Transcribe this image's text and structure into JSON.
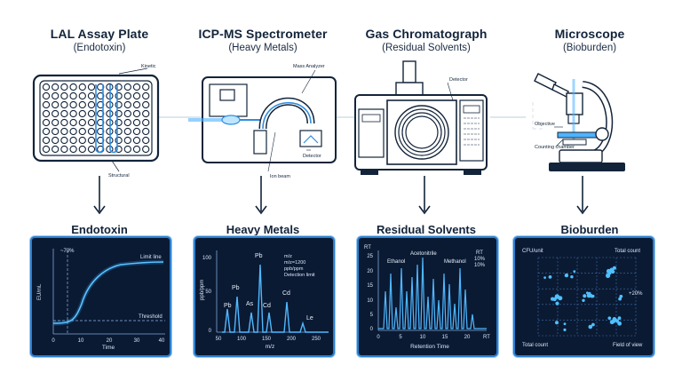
{
  "columns": [
    {
      "title": "LAL Assay Plate",
      "subtitle": "(Endotoxin)",
      "callouts": [
        "Kinetic",
        "Structural"
      ],
      "metric": "Endotoxin",
      "chart": {
        "ylabel": "EU/mL",
        "xlabel": "Time",
        "x_ticks": [
          "0",
          "10",
          "20",
          "30",
          "40"
        ],
        "annotations": [
          "~70%",
          "Limit line",
          "Threshold"
        ]
      }
    },
    {
      "title": "ICP-MS Spectrometer",
      "subtitle": "(Heavy Metals)",
      "callouts": [
        "Mass Analyzer",
        "Detector",
        "Ion beam"
      ],
      "metric": "Heavy Metals",
      "chart": {
        "ylabel": "ppb/ppm",
        "xlabel": "m/z",
        "y_ticks": [
          "100",
          "50",
          "0"
        ],
        "x_ticks": [
          "50",
          "100",
          "150",
          "200",
          "250"
        ],
        "legend": [
          "m/z",
          "m/z=1200",
          "ppb/ppm",
          "Detection limit"
        ],
        "peak_labels": [
          "Pb",
          "Pb",
          "As",
          "Pb",
          "Cd",
          "Cd",
          "Le"
        ]
      }
    },
    {
      "title": "Gas Chromatograph",
      "subtitle": "(Residual Solvents)",
      "callouts": [
        "Detector"
      ],
      "metric": "Residual Solvents",
      "chart": {
        "ylabel": "RT",
        "xlabel": "Retention Time",
        "x_axis_label": "RT",
        "y_ticks": [
          "25",
          "20",
          "15",
          "10",
          "5",
          "0"
        ],
        "x_ticks": [
          "0",
          "5",
          "10",
          "15",
          "20"
        ],
        "legend": [
          "RT",
          "10%",
          "10%"
        ],
        "peak_labels": [
          "Ethanol",
          "Acetonitrile",
          "Methanol"
        ]
      }
    },
    {
      "title": "Microscope",
      "subtitle": "(Bioburden)",
      "callouts": [
        "Objective",
        "Counting chamber"
      ],
      "metric": "Bioburden",
      "chart": {
        "labels": [
          "CFU/unit",
          "Total count",
          "+20%",
          "Total count",
          "Field of view"
        ]
      }
    }
  ]
}
